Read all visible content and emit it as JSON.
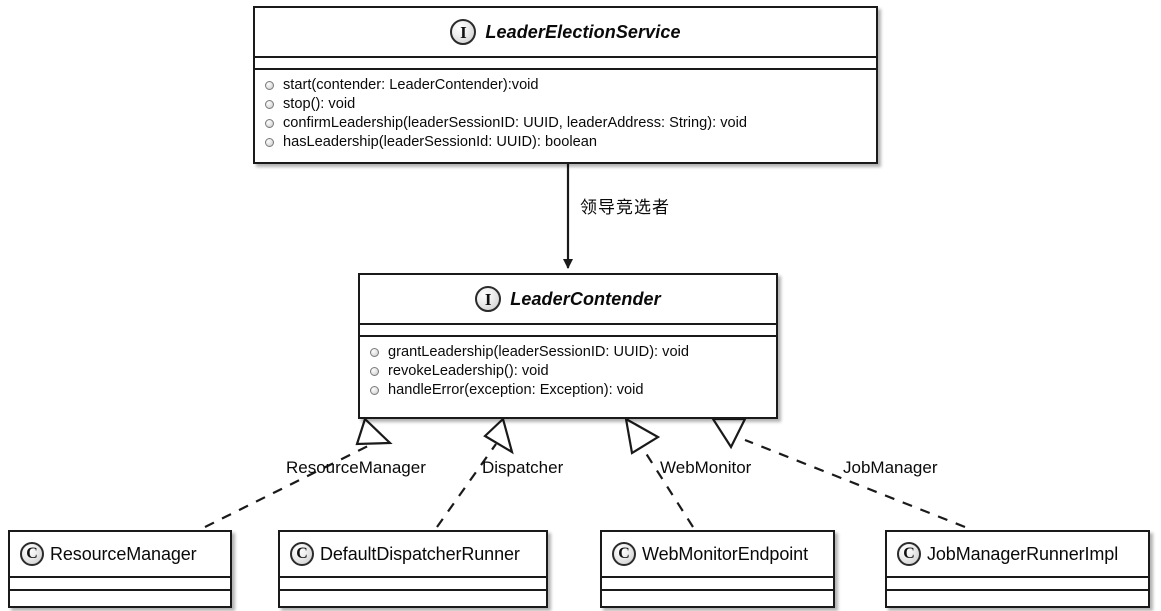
{
  "diagram": {
    "title": "LeaderElectionService / LeaderContender UML class diagram",
    "type": "uml-class-diagram",
    "colors": {
      "stroke": "#1a1a1a",
      "fill": "#ffffff",
      "text": "#0a0a0a",
      "icon_border": "#2b2b2b",
      "shadow": "rgba(0,0,0,0.30)"
    }
  },
  "interfaces": [
    {
      "id": "leader-election-service",
      "stereotype_icon": "interface-icon",
      "stereotype_letter": "I",
      "name": "LeaderElectionService",
      "attributes": [],
      "methods": [
        "start(contender: LeaderContender):void",
        "stop(): void",
        "confirmLeadership(leaderSessionID: UUID, leaderAddress: String): void",
        "hasLeadership(leaderSessionId: UUID): boolean"
      ]
    },
    {
      "id": "leader-contender",
      "stereotype_icon": "interface-icon",
      "stereotype_letter": "I",
      "name": "LeaderContender",
      "attributes": [],
      "methods": [
        "grantLeadership(leaderSessionID: UUID): void",
        "revokeLeadership(): void",
        "handleError(exception: Exception): void"
      ]
    }
  ],
  "classes": [
    {
      "id": "resource-manager",
      "stereotype_icon": "class-icon",
      "stereotype_letter": "C",
      "name": "ResourceManager"
    },
    {
      "id": "default-dispatcher-runner",
      "stereotype_icon": "class-icon",
      "stereotype_letter": "C",
      "name": "DefaultDispatcherRunner"
    },
    {
      "id": "web-monitor-endpoint",
      "stereotype_icon": "class-icon",
      "stereotype_letter": "C",
      "name": "WebMonitorEndpoint"
    },
    {
      "id": "job-manager-runner-impl",
      "stereotype_icon": "class-icon",
      "stereotype_letter": "C",
      "name": "JobManagerRunnerImpl"
    }
  ],
  "edges": [
    {
      "id": "edge-service-to-contender",
      "from": "leader-election-service",
      "to": "leader-contender",
      "style": "solid",
      "arrow": "filled-arrowhead",
      "label": "领导竞选者"
    },
    {
      "id": "edge-resource-manager",
      "from": "resource-manager",
      "to": "leader-contender",
      "style": "dashed",
      "arrow": "hollow-triangle",
      "label": "ResourceManager"
    },
    {
      "id": "edge-dispatcher",
      "from": "default-dispatcher-runner",
      "to": "leader-contender",
      "style": "dashed",
      "arrow": "hollow-triangle",
      "label": "Dispatcher"
    },
    {
      "id": "edge-web-monitor",
      "from": "web-monitor-endpoint",
      "to": "leader-contender",
      "style": "dashed",
      "arrow": "hollow-triangle",
      "label": "WebMonitor"
    },
    {
      "id": "edge-job-manager",
      "from": "job-manager-runner-impl",
      "to": "leader-contender",
      "style": "dashed",
      "arrow": "hollow-triangle",
      "label": "JobManager"
    }
  ]
}
